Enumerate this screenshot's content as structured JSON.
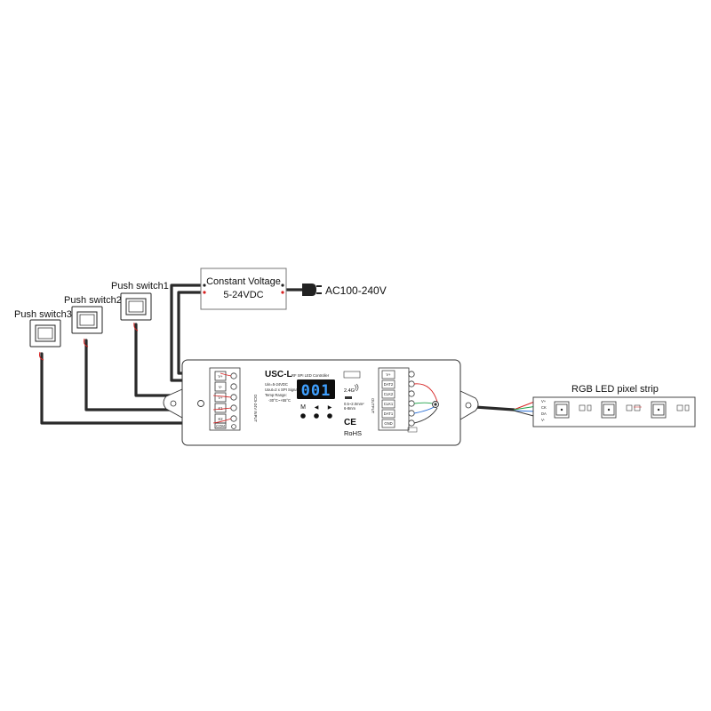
{
  "switches": [
    {
      "label": "Push switch1"
    },
    {
      "label": "Push switch2"
    },
    {
      "label": "Push switch3"
    }
  ],
  "power_supply": {
    "line1": "Constant Voltage",
    "line2": "5-24VDC",
    "ac_label": "AC100-240V"
  },
  "controller": {
    "model": "USC-L",
    "subtitle": "RF SPI LED Controller",
    "display": "001",
    "buttons": [
      "M",
      "◀",
      "▶"
    ],
    "spec_lines": [
      "Uin=5-24VDC",
      "Uout=2 x SPI Signal",
      "Temp Range:",
      "-30°C~+55°C"
    ],
    "rf": "2.4G",
    "wire_gauge": [
      "0.5~2.0mm²",
      "6-8mm"
    ],
    "ce": "CE",
    "rohs": "RoHS",
    "left_terminals": [
      "V+",
      "V-",
      "V+",
      "K1",
      "K2",
      "COM"
    ],
    "right_terminals": [
      "V+",
      "DAT2",
      "CLK2",
      "CLK1",
      "DAT1",
      "GND"
    ],
    "left_side_label": "DC5-24V INPUT",
    "right_side_label": "OUTPUT"
  },
  "strip": {
    "label": "RGB LED pixel strip",
    "pins": [
      "V+",
      "CK",
      "DA",
      "V-"
    ]
  },
  "colors": {
    "wire": "#2a2a2a",
    "red": "#d62020",
    "green": "#21a34a",
    "blue": "#2a6fd6",
    "display_bg": "#0d0d0d",
    "display_digits": "#3fa0ff"
  }
}
